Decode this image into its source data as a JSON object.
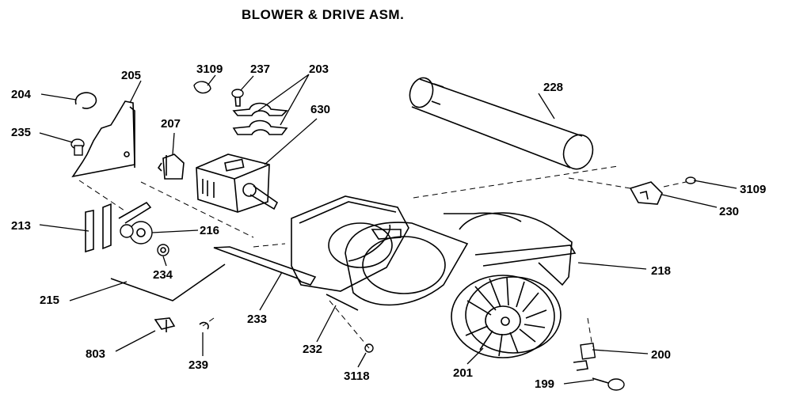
{
  "title": "BLOWER & DRIVE ASM.",
  "callouts": {
    "c204": "204",
    "c205": "205",
    "c235": "235",
    "c3109a": "3109",
    "c237": "237",
    "c203": "203",
    "c207": "207",
    "c630": "630",
    "c228": "228",
    "c3109b": "3109",
    "c230": "230",
    "c213": "213",
    "c216": "216",
    "c234": "234",
    "c215": "215",
    "c218": "218",
    "c233": "233",
    "c232": "232",
    "c803": "803",
    "c239": "239",
    "c3118": "3118",
    "c201": "201",
    "c200": "200",
    "c199": "199"
  }
}
